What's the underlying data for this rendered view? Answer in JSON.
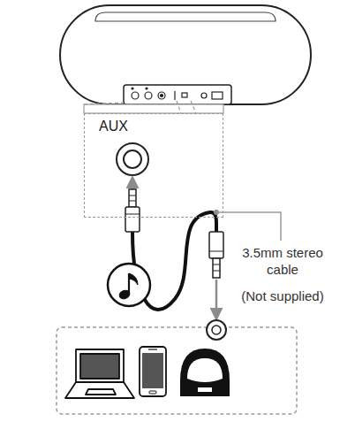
{
  "diagram": {
    "nodes": [
      {
        "text": [
          "AUX"
        ]
      }
    ],
    "labels": [
      "3.5mm stereo cable",
      "(Not supplied)"
    ]
  }
}
